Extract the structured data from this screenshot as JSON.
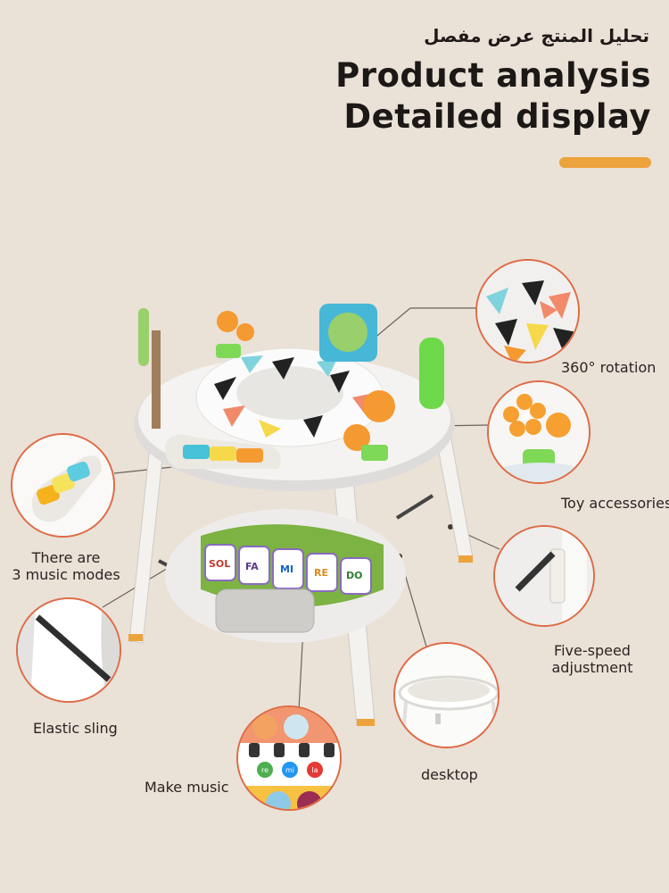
{
  "header": {
    "arabic_subtitle": "تحليل المنتج عرض مفصل",
    "title_line1": "Product analysis",
    "title_line2": "Detailed display",
    "accent_color": "#EDA33B"
  },
  "theme": {
    "background": "#EAE1D7",
    "callout_border": "#DE6B45",
    "text": "#2a2522"
  },
  "product": {
    "name": "baby activity center / play table",
    "icon": "activity-table-illustration"
  },
  "callouts": [
    {
      "id": "rotation",
      "label": "360° rotation",
      "icon": "seat-fabric-icon"
    },
    {
      "id": "toys",
      "label": "Toy accessories",
      "icon": "flower-toy-icon"
    },
    {
      "id": "music_modes",
      "label_line1": "There are",
      "label_line2": "3 music modes",
      "icon": "music-buttons-icon"
    },
    {
      "id": "adjustment",
      "label_line1": "Five-speed",
      "label_line2": "adjustment",
      "icon": "height-adjuster-icon"
    },
    {
      "id": "sling",
      "label": "Elastic sling",
      "icon": "elastic-strap-icon"
    },
    {
      "id": "desktop",
      "label": "desktop",
      "icon": "table-top-icon"
    },
    {
      "id": "music",
      "label": "Make music",
      "icon": "piano-mat-icon"
    }
  ],
  "piano_keys": [
    "SOL",
    "FA",
    "MI",
    "RE",
    "DO"
  ],
  "music_mat_keys": [
    "re",
    "mi",
    "la"
  ]
}
